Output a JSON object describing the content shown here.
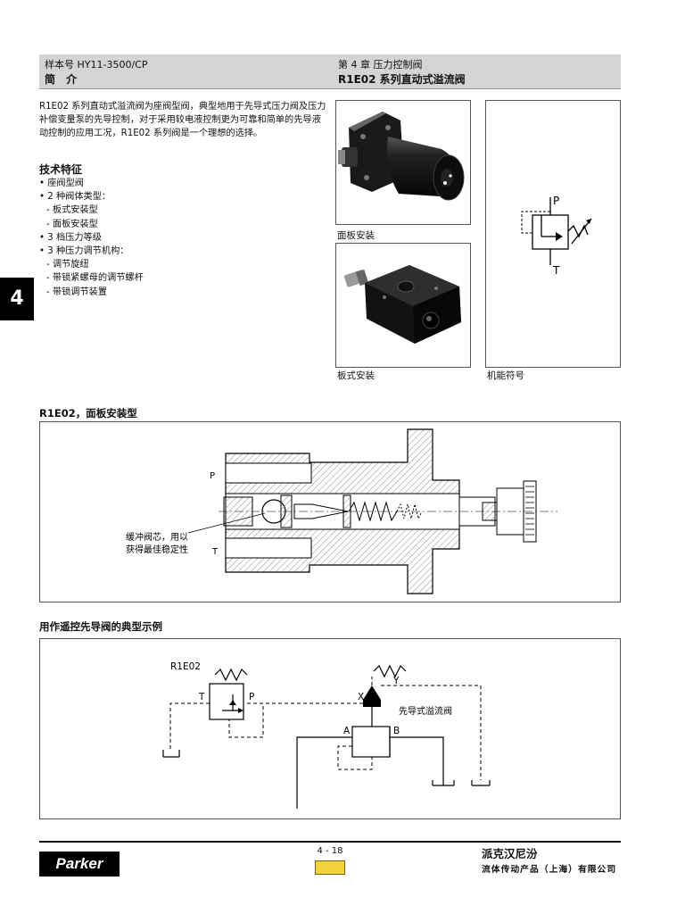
{
  "header": {
    "catalog": "样本号 HY11-3500/CP",
    "section": "简 介",
    "chapter": "第 4 章  压力控制阀",
    "series": "R1E02 系列直动式溢流阀"
  },
  "chapter_tab": "4",
  "intro": "R1E02 系列直动式溢流阀为座阀型阀，典型地用于先导式压力阀及压力补偿变量泵的先导控制，对于采用较电液控制更为可靠和简单的先导液动控制的应用工况，R1E02 系列阀是一个理想的选择。",
  "features": {
    "title": "技术特征",
    "items": [
      "• 座阀型阀",
      "• 2 种阀体类型：",
      "- 板式安装型",
      "- 面板安装型",
      "• 3 档压力等级",
      "• 3 种压力调节机构：",
      "- 调节旋纽",
      "- 带锁紧螺母的调节螺杆",
      "- 带锁调节装置"
    ]
  },
  "images": {
    "panel_caption": "面板安装",
    "subplate_caption": "板式安装",
    "symbol_caption": "机能符号",
    "symbol_p": "P",
    "symbol_t": "T"
  },
  "section_drawing": {
    "title": "R1E02，面板安装型",
    "port_p": "P",
    "port_t": "T",
    "note_line1": "缓冲阀芯，用以",
    "note_line2": "获得最佳稳定性"
  },
  "section_circuit": {
    "title": "用作遥控先导阀的典型示例",
    "valve_label": "R1E02",
    "t": "T",
    "p": "P",
    "x": "X",
    "y": "Y",
    "a": "A",
    "b": "B",
    "main_valve": "先导式溢流阀"
  },
  "footer": {
    "logo": "Parker",
    "page": "4 - 18",
    "brand": "派克汉尼汾",
    "company": "流体传动产品（上海）有限公司"
  }
}
